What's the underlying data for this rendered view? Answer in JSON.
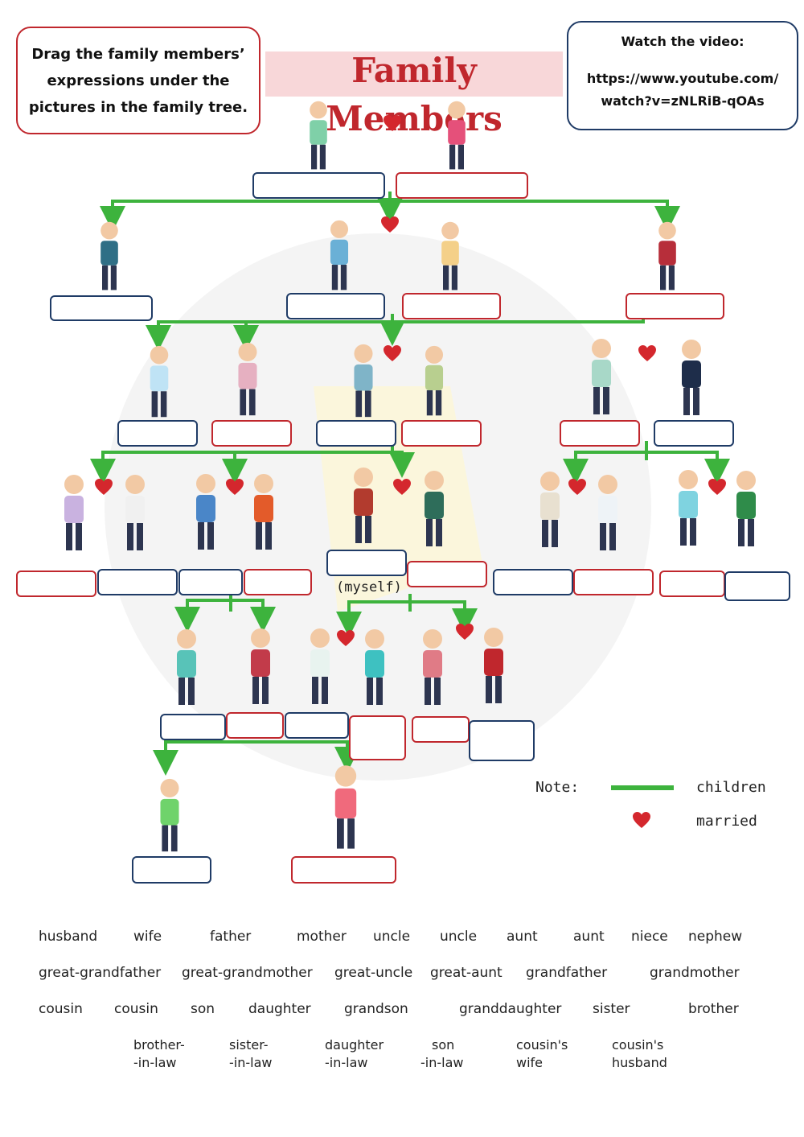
{
  "instructions": "Drag the family members’ expressions under the pictures in the family tree.",
  "title": "Family Members",
  "video": {
    "label": "Watch the video:",
    "url": "https://www.youtube.com/ watch?v=zNLRiB-qOAs"
  },
  "myself_label": "(myself)",
  "legend": {
    "heading": "Note:",
    "children_label": "children",
    "married_label": "married"
  },
  "word_bank": [
    [
      "husband",
      "wife",
      "father",
      "mother",
      "uncle",
      "uncle",
      "aunt",
      "aunt",
      "niece",
      "nephew"
    ],
    [
      "great-grandfather",
      "great-grandmother",
      "great-uncle",
      "great-aunt",
      "grandfather",
      "grandmother"
    ],
    [
      "cousin",
      "cousin",
      "son",
      "daughter",
      "grandson",
      "granddaughter",
      "sister",
      "brother"
    ]
  ],
  "word_bank_two_line": [
    [
      "brother-",
      "-in-law"
    ],
    [
      "sister-",
      "-in-law"
    ],
    [
      "daughter",
      "-in-law"
    ],
    [
      "son",
      "-in-law"
    ],
    [
      "cousin's",
      "wife"
    ],
    [
      "cousin's",
      "husband"
    ]
  ],
  "colors": {
    "accent_red": "#c0272d",
    "box_navy": "#1f3b66",
    "line_green": "#3db33d",
    "title_band": "#f8d7d9"
  }
}
